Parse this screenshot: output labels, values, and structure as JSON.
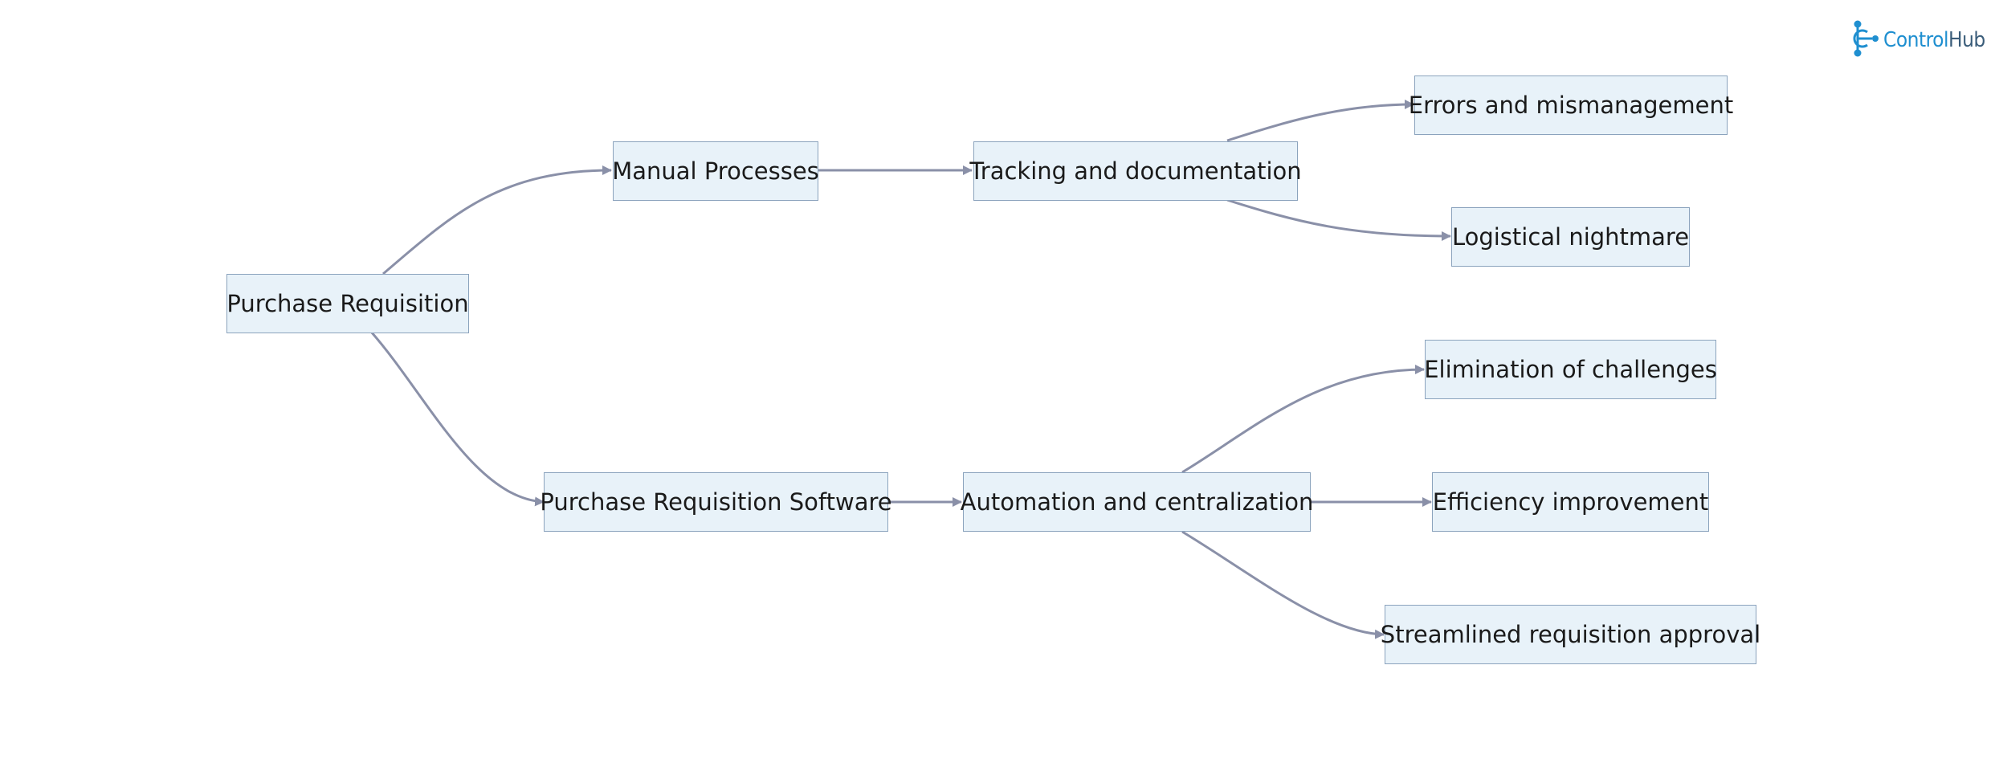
{
  "brand": {
    "part1": "Control",
    "part2": "Hub",
    "icon": "controlhub-logo-icon"
  },
  "nodes": {
    "purchase_requisition": "Purchase Requisition",
    "manual_processes": "Manual Processes",
    "tracking_documentation": "Tracking and documentation",
    "errors_mismanagement": "Errors and mismanagement",
    "logistical_nightmare": "Logistical nightmare",
    "pr_software": "Purchase Requisition Software",
    "automation_centralization": "Automation and centralization",
    "elimination_challenges": "Elimination of challenges",
    "efficiency_improvement": "Efficiency improvement",
    "streamlined_approval": "Streamlined requisition approval"
  },
  "edges": [
    [
      "purchase_requisition",
      "manual_processes"
    ],
    [
      "purchase_requisition",
      "pr_software"
    ],
    [
      "manual_processes",
      "tracking_documentation"
    ],
    [
      "tracking_documentation",
      "errors_mismanagement"
    ],
    [
      "tracking_documentation",
      "logistical_nightmare"
    ],
    [
      "pr_software",
      "automation_centralization"
    ],
    [
      "automation_centralization",
      "elimination_challenges"
    ],
    [
      "automation_centralization",
      "efficiency_improvement"
    ],
    [
      "automation_centralization",
      "streamlined_approval"
    ]
  ],
  "colors": {
    "node_fill": "#e8f2f9",
    "node_border": "#8ba3bd",
    "edge": "#8a90a8",
    "logo_primary": "#1f8fd0",
    "logo_secondary": "#3b5d7a"
  }
}
